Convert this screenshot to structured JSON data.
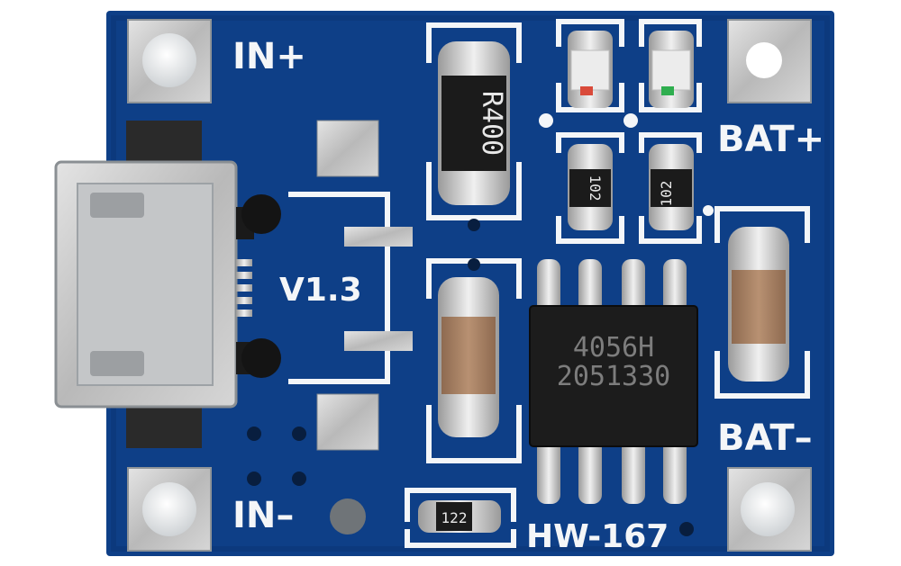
{
  "board": {
    "pcb_color": "#0e3f87",
    "silkscreen_color": "#f4f6f8",
    "model_label": "HW-167",
    "version_label": "V1.3",
    "pads": {
      "in_plus": "IN+",
      "in_minus": "IN–",
      "bat_plus": "BAT+",
      "bat_minus": "BAT–"
    }
  },
  "ic": {
    "line1": "4056H",
    "line2": "2051330"
  },
  "resistors": {
    "sense": "R400",
    "r_a": "102",
    "r_b": "102",
    "r_c": "122"
  },
  "leds": {
    "left_indicator": "#d94a3a",
    "right_indicator": "#2fae4f"
  },
  "connector": {
    "type": "usb-micro-b-icon"
  }
}
